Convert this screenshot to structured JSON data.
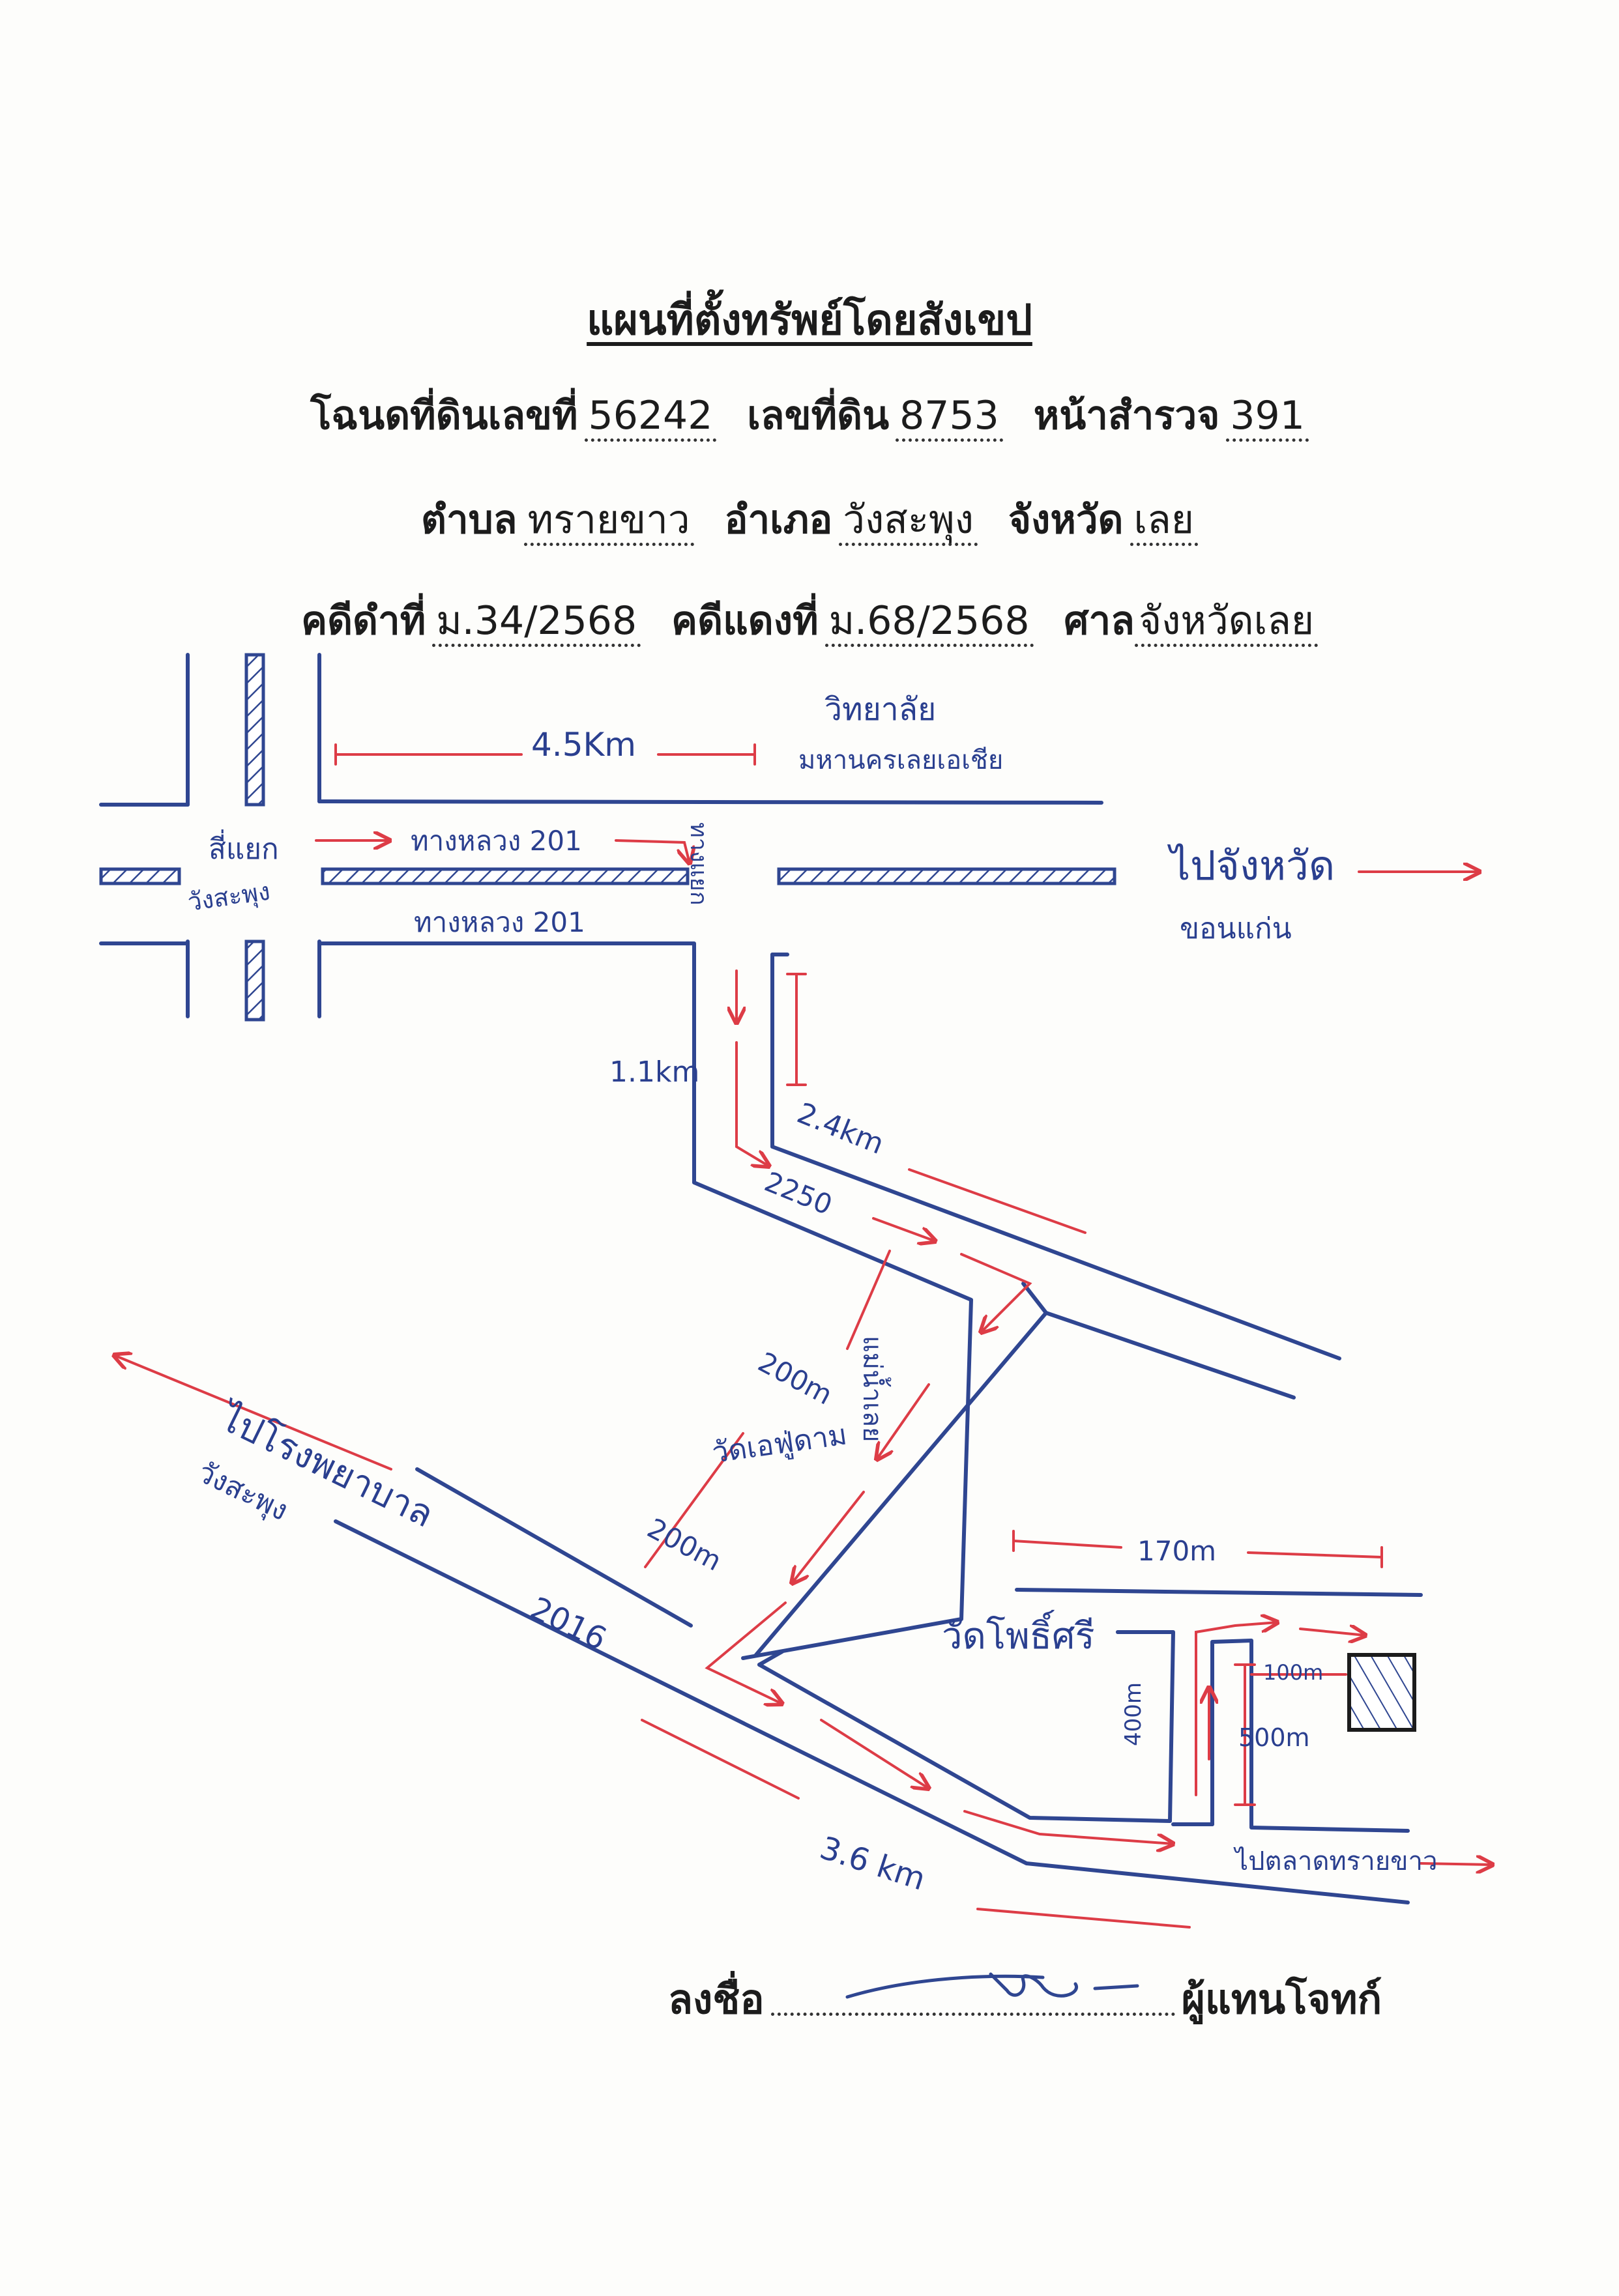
{
  "title": "แผนที่ตั้งทรัพย์โดยสังเขป",
  "deed": {
    "deed_label": "โฉนดที่ดินเลขที่",
    "deed_no": "56242",
    "land_label": "เลขที่ดิน",
    "land_no": "8753",
    "survey_label": "หน้าสำรวจ",
    "survey_no": "391"
  },
  "location": {
    "subdistrict_label": "ตำบล",
    "subdistrict": "ทรายขาว",
    "district_label": "อำเภอ",
    "district": "วังสะพุง",
    "province_label": "จังหวัด",
    "province": "เลย"
  },
  "case": {
    "black_label": "คดีดำที่",
    "black_no": "ม.34/2568",
    "red_label": "คดีแดงที่",
    "red_no": "ม.68/2568",
    "court_label": "ศาล",
    "court": "จังหวัดเลย"
  },
  "map_labels": {
    "dist_top": "4.5Km",
    "university": "วิทยาลัย",
    "university2": "มหานครเลยเอเชีย",
    "intersection": "สี่แยก",
    "intersection2": "วังสะพุง",
    "hwy_top": "ทางหลวง 201",
    "hwy_bottom": "ทางหลวง 201",
    "side_road": "ทางแยก",
    "to_province": "ไปจังหวัด",
    "to_province2": "ขอนแก่น",
    "dist_1_1": "1.1km",
    "dist_2_4": "2.4km",
    "road_2250": "2250",
    "river": "แม่น้ำเลย",
    "dist_200a": "200m",
    "temple1": "วัดเอฟู่ดาม",
    "dist_200b": "200m",
    "to_hospital": "ไปโรงพยาบาล",
    "to_hospital2": "วังสะพุง",
    "road_2016": "2016",
    "dist_3_6": "3.6 km",
    "temple2": "วัดโพธิ์ศรี",
    "dist_170": "170m",
    "dist_100": "100m",
    "dist_500": "500m",
    "dist_400": "400m",
    "to_market": "ไปตลาดทรายขาว"
  },
  "colors": {
    "road": "#2f4691",
    "arrow": "#dd3c46",
    "text": "#1c1c1c"
  },
  "signature": {
    "label": "ลงชื่อ",
    "role": "ผู้แทนโจทก์"
  }
}
